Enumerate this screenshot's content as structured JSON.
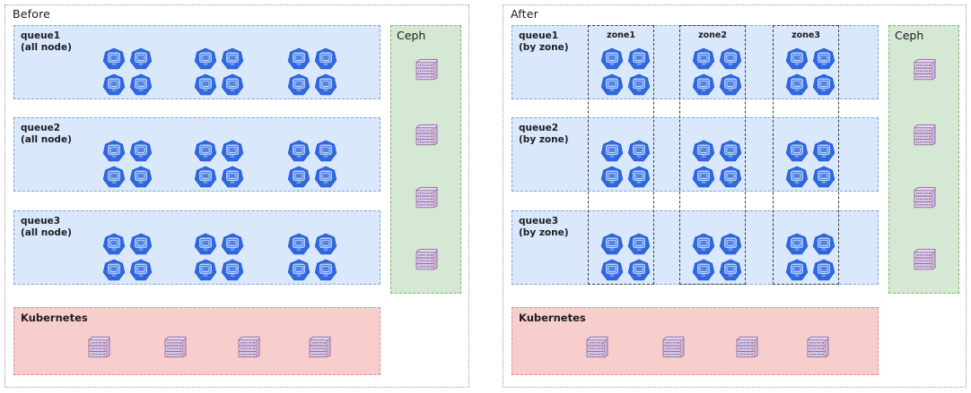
{
  "figure": {
    "type": "architecture-diagram",
    "panels": [
      {
        "id": "before",
        "title": "Before",
        "queues": [
          {
            "name": "queue1",
            "mode": "(all node)",
            "groups": 3,
            "pods_per_group": 4,
            "total_pods": 12
          },
          {
            "name": "queue2",
            "mode": "(all node)",
            "groups": 3,
            "pods_per_group": 4,
            "total_pods": 12
          },
          {
            "name": "queue3",
            "mode": "(all node)",
            "groups": 3,
            "pods_per_group": 4,
            "total_pods": 12
          }
        ],
        "storage": {
          "label": "Ceph",
          "racks": 4
        },
        "platform": {
          "label": "Kubernetes",
          "racks": 4
        },
        "zones": []
      },
      {
        "id": "after",
        "title": "After",
        "queues": [
          {
            "name": "queue1",
            "mode": "(by zone)",
            "groups": 3,
            "pods_per_group": 4,
            "total_pods": 12
          },
          {
            "name": "queue2",
            "mode": "(by zone)",
            "groups": 3,
            "pods_per_group": 4,
            "total_pods": 12
          },
          {
            "name": "queue3",
            "mode": "(by zone)",
            "groups": 3,
            "pods_per_group": 4,
            "total_pods": 12
          }
        ],
        "storage": {
          "label": "Ceph",
          "racks": 4
        },
        "platform": {
          "label": "Kubernetes",
          "racks": 4
        },
        "zones": [
          {
            "label": "zone1"
          },
          {
            "label": "zone2"
          },
          {
            "label": "zone3"
          }
        ]
      }
    ],
    "icons": {
      "pod": "kubernetes-pod-icon",
      "rack": "server-rack-icon"
    },
    "colors": {
      "queue_fill": "#dae8fc",
      "queue_border": "#7ea6e0",
      "ceph_fill": "#d5e8d4",
      "ceph_border": "#82b366",
      "k8s_fill": "#f8cecc",
      "k8s_border": "#e08f8f",
      "pod_blue": "#2f68e0",
      "rack_purple": "#c9b3d9",
      "zone_border": "#3a3a3a",
      "panel_border": "#9b9b9b"
    }
  }
}
